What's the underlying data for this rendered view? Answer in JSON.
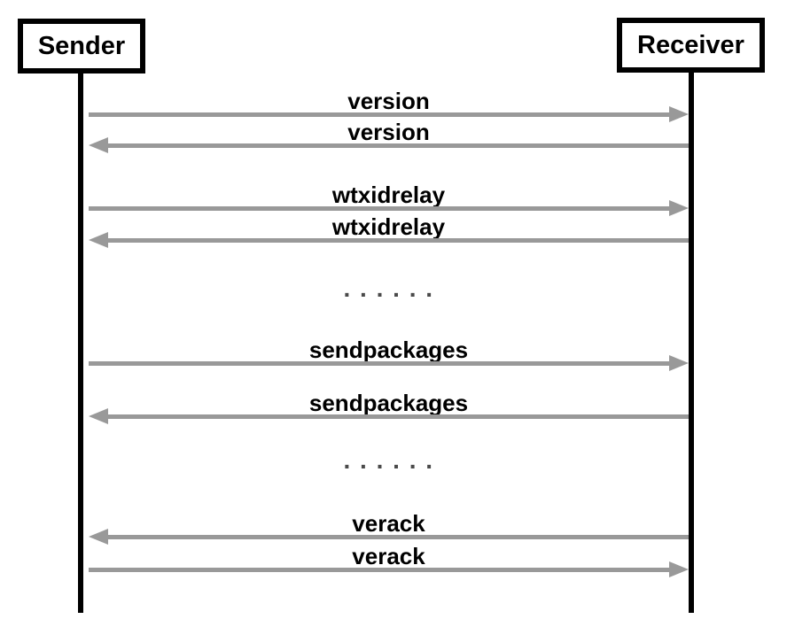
{
  "actors": [
    {
      "label": "Sender"
    },
    {
      "label": "Receiver"
    }
  ],
  "messages": [
    {
      "label": "version",
      "direction": "sender-to-receiver"
    },
    {
      "label": "version",
      "direction": "receiver-to-sender"
    },
    {
      "label": "wtxidrelay",
      "direction": "sender-to-receiver"
    },
    {
      "label": "wtxidrelay",
      "direction": "receiver-to-sender"
    },
    {
      "label": ". . . . . .",
      "type": "ellipsis"
    },
    {
      "label": "sendpackages",
      "direction": "sender-to-receiver"
    },
    {
      "label": "sendpackages",
      "direction": "receiver-to-sender"
    },
    {
      "label": ". . . . . .",
      "type": "ellipsis"
    },
    {
      "label": "verack",
      "direction": "receiver-to-sender"
    },
    {
      "label": "verack",
      "direction": "sender-to-receiver"
    }
  ],
  "colors": {
    "background": "#ffffff",
    "arrow": "#999999",
    "lifeline": "#000000",
    "label_text": "#000000",
    "ellipsis_text": "#4a4a4a"
  }
}
